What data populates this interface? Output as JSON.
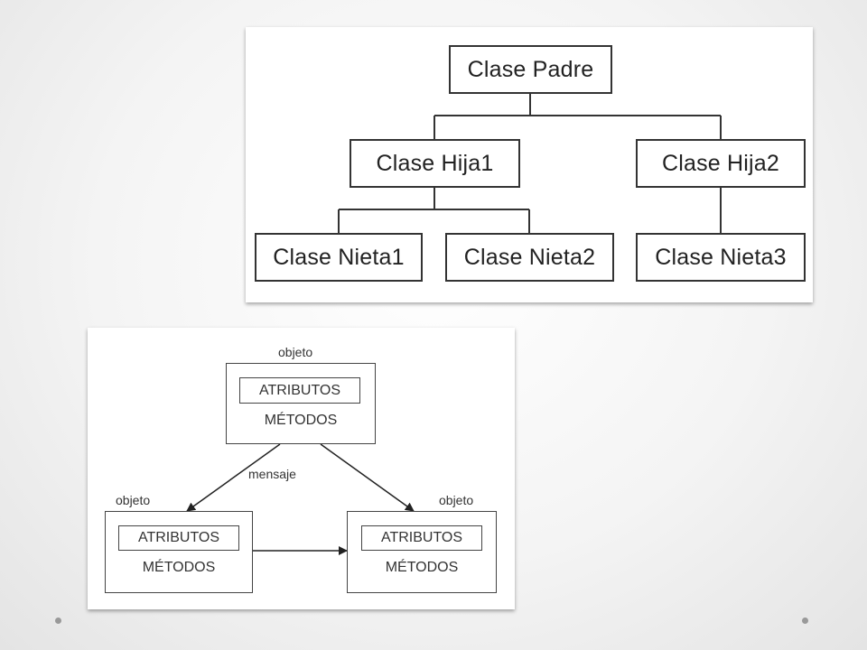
{
  "hierarchy": {
    "parent": "Clase Padre",
    "child1": "Clase Hija1",
    "child2": "Clase Hija2",
    "grandchild1": "Clase Nieta1",
    "grandchild2": "Clase Nieta2",
    "grandchild3": "Clase Nieta3"
  },
  "objects": {
    "object_label": "objeto",
    "attributes_label": "ATRIBUTOS",
    "methods_label": "MÉTODOS",
    "message_label": "mensaje"
  }
}
